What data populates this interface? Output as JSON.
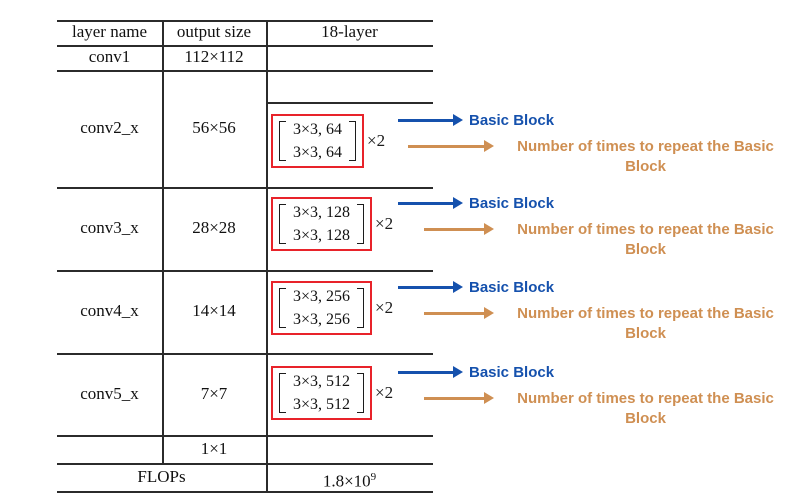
{
  "figure": {
    "table": {
      "headers": {
        "col1": "layer name",
        "col2": "output size",
        "col3": "18-layer"
      },
      "conv1": {
        "name": "conv1",
        "output": "112×112"
      },
      "conv_rows": [
        {
          "name": "conv2_x",
          "output": "56×56",
          "matrix_line1": "3×3, 64",
          "matrix_line2": "3×3, 64",
          "repeat": "×2"
        },
        {
          "name": "conv3_x",
          "output": "28×28",
          "matrix_line1": "3×3, 128",
          "matrix_line2": "3×3, 128",
          "repeat": "×2"
        },
        {
          "name": "conv4_x",
          "output": "14×14",
          "matrix_line1": "3×3, 256",
          "matrix_line2": "3×3, 256",
          "repeat": "×2"
        },
        {
          "name": "conv5_x",
          "output": "7×7",
          "matrix_line1": "3×3, 512",
          "matrix_line2": "3×3, 512",
          "repeat": "×2"
        }
      ],
      "pool_row": {
        "output": "1×1"
      },
      "flops_row": {
        "label": "FLOPs",
        "value_base": "1.8×10",
        "value_exp": "9"
      }
    },
    "annotations": {
      "basic_block_label": "Basic Block",
      "repeat_label_line1": "Number of times to repeat the Basic",
      "repeat_label_line2": "Block"
    },
    "colors": {
      "basic_block_blue": "#1551ad",
      "repeat_orange": "#cf8f52",
      "highlight_red": "#e8232a",
      "table_line": "#2b2b2b"
    }
  }
}
